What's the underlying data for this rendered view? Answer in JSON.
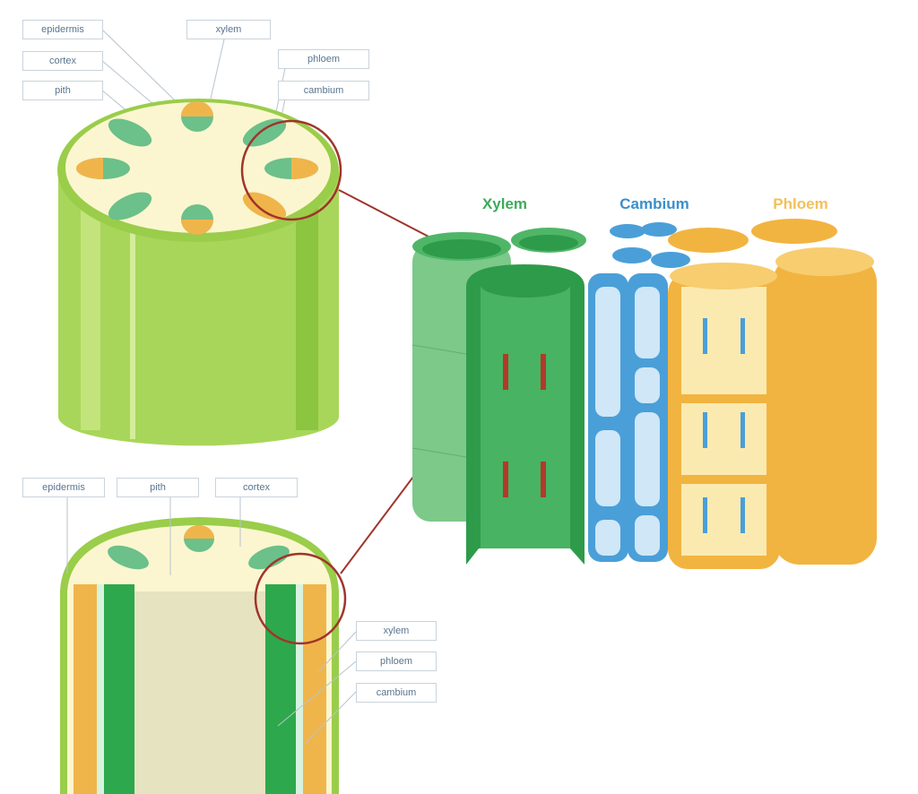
{
  "top_labels": {
    "epidermis": "epidermis",
    "xylem": "xylem",
    "cortex": "cortex",
    "phloem": "phloem",
    "pith": "pith",
    "cambium": "cambium"
  },
  "bottom_labels": {
    "epidermis": "epidermis",
    "pith": "pith",
    "cortex": "cortex",
    "xylem": "xylem",
    "phloem": "phloem",
    "cambium": "cambium"
  },
  "headers": {
    "xylem": "Xylem",
    "cambium": "Cambium",
    "phloem": "Phloem"
  },
  "colors": {
    "xylem": "#3dab5a",
    "cambium": "#4a9fd8",
    "phloem": "#f2b440",
    "highlight": "#a0342c",
    "epidermis": "#9acd4a",
    "pith": "#fbf6cf"
  }
}
